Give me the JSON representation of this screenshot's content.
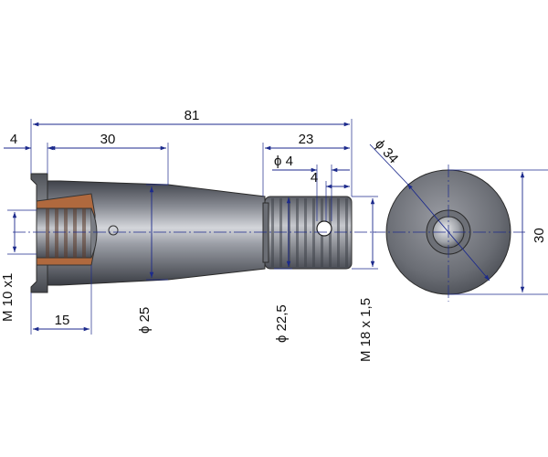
{
  "colors": {
    "dimension": "#1c2a8c",
    "text": "#111111",
    "steel_dark": "#4a4d55",
    "steel_light": "#c9cbd1",
    "section_hatch": "#8a4a2a"
  },
  "dimensions": {
    "overall_length": "81",
    "flange_width": "4",
    "taper_length": "30",
    "thread_length": "23",
    "hole_diameter": "ϕ 4",
    "hole_offset": "4",
    "inner_thread_depth": "15",
    "inner_thread": "M 10  x1",
    "taper_diameter": "ϕ 25",
    "groove_diameter": "ϕ 22,5",
    "outer_thread": "M 18  x 1,5",
    "end_diameter": "ϕ 34",
    "end_width": "30"
  }
}
